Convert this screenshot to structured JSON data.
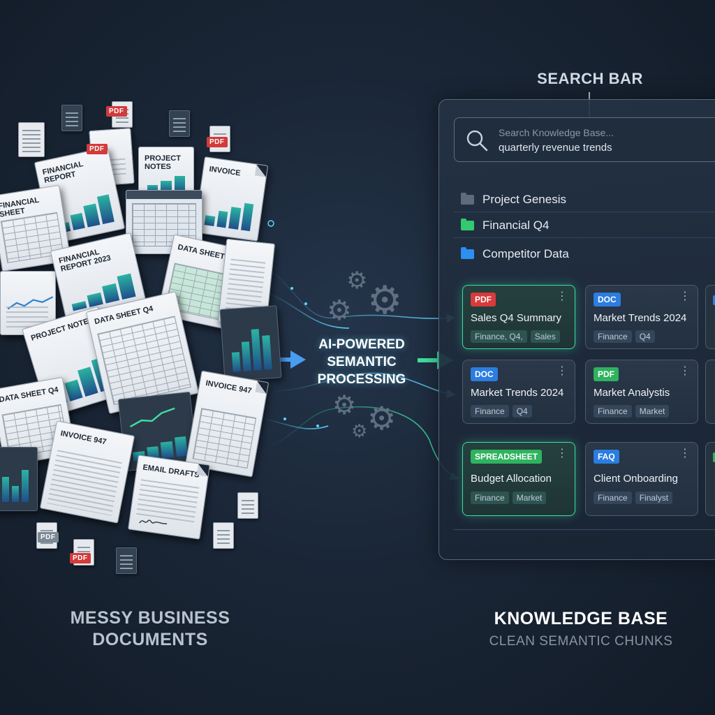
{
  "left": {
    "caption_line1": "MESSY BUSINESS",
    "caption_line2": "DOCUMENTS",
    "doc_titles": {
      "financial_report": "FINANCIAL REPORT",
      "project_notes_top": "PROJECT NOTES",
      "invoice_top": "INVOICE",
      "financial_sheet": "FINANCIAL SHEET",
      "financial_report_2023": "FINANCIAL REPORT 2023",
      "data_sheet_q4_a": "DATA SHEET Q4",
      "data_sheet_q4_b": "DATA SHEET Q4",
      "project_notes": "PROJECT NOTES",
      "data_sheet_q4_c": "DATA SHEET Q4",
      "invoice_947_a": "INVOICE 947",
      "invoice_947_b": "INVOICE 947",
      "email_drafts": "EMAIL DRAFTS"
    },
    "pdf_label": "PDF"
  },
  "processing": {
    "line1": "AI-POWERED",
    "line2": "SEMANTIC",
    "line3": "PROCESSING"
  },
  "knowledge_base": {
    "search_caption": "SEARCH BAR",
    "search_placeholder": "Search Knowledge Base...",
    "search_value": "quarterly revenue trends",
    "folders": [
      {
        "label": "Project Genesis",
        "color": "#5d6b7c"
      },
      {
        "label": "Financial Q4",
        "color": "#32c96f"
      },
      {
        "label": "Competitor Data",
        "color": "#2d8ff0"
      }
    ],
    "cards": [
      {
        "badge": "PDF",
        "badge_color": "#d93a3a",
        "title": "Sales Q4 Summary",
        "tags": [
          "Finance, Q4,",
          "Sales"
        ],
        "highlight": true
      },
      {
        "badge": "DOC",
        "badge_color": "#2b7de0",
        "title": "Market Trends 2024",
        "tags": [
          "Finance",
          "Q4"
        ],
        "highlight": false
      },
      {
        "badge": "DOC",
        "badge_color": "#2b7de0",
        "title": "Market Trends 2024",
        "tags": [
          "Finance",
          "Q4"
        ],
        "highlight": false
      },
      {
        "badge": "PDF",
        "badge_color": "#2fb35e",
        "title": "Market Analystis",
        "tags": [
          "Finance",
          "Market"
        ],
        "highlight": false
      },
      {
        "badge": "SPREADSHEET",
        "badge_color": "#2fb35e",
        "title": "Budget Allocation",
        "tags": [
          "Finance",
          "Market"
        ],
        "highlight": true
      },
      {
        "badge": "FAQ",
        "badge_color": "#2b7de0",
        "title": "Client Onboarding",
        "tags": [
          "Finance",
          "Finalyst"
        ],
        "highlight": false
      }
    ],
    "menu_glyph": "⋮",
    "title": "KNOWLEDGE BASE",
    "subtitle": "CLEAN SEMANTIC CHUNKS"
  },
  "colors": {
    "background": "#1a2636",
    "flow_cyan": "#5fd6ff",
    "flow_green": "#3ee0a0",
    "flow_blue": "#4a9cf0"
  }
}
